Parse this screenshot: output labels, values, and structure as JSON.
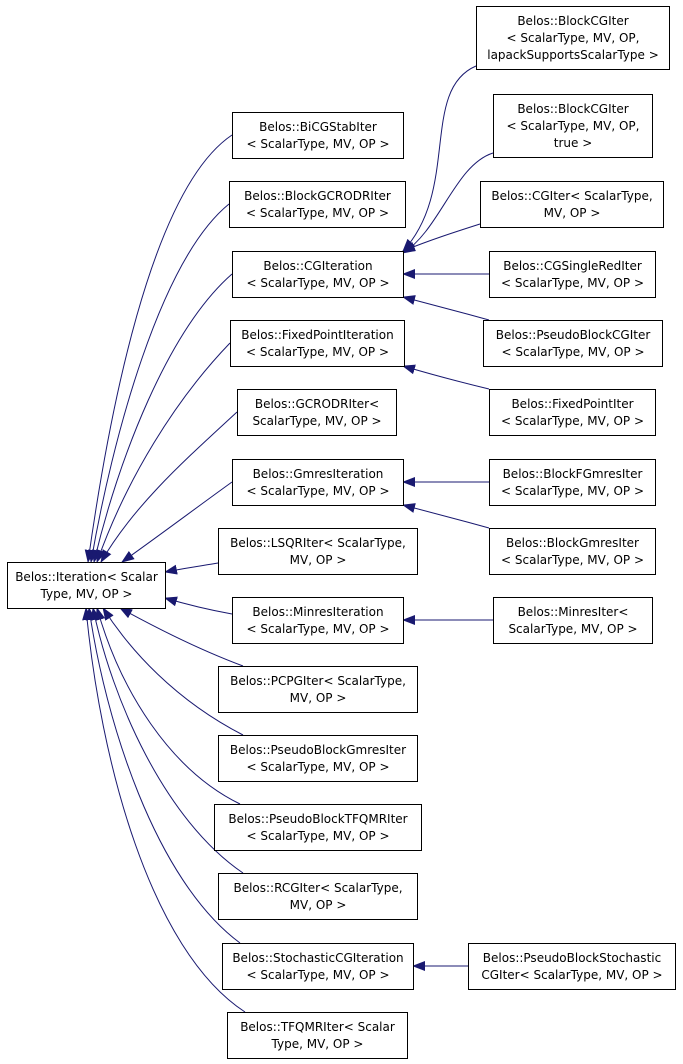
{
  "diagram": {
    "type": "inheritance-graph",
    "edge_color": "#191970",
    "nodes": [
      {
        "id": "iteration",
        "lines": [
          "Belos::Iteration< Scalar",
          "Type, MV, OP >"
        ]
      },
      {
        "id": "bicgstab",
        "lines": [
          "Belos::BiCGStabIter",
          "< ScalarType, MV, OP >"
        ]
      },
      {
        "id": "blockgcrodr",
        "lines": [
          "Belos::BlockGCRODRIter",
          "< ScalarType, MV, OP >"
        ]
      },
      {
        "id": "cgiteration",
        "lines": [
          "Belos::CGIteration",
          "< ScalarType, MV, OP >"
        ]
      },
      {
        "id": "fixedpointiteration",
        "lines": [
          "Belos::FixedPointIteration",
          "< ScalarType, MV, OP >"
        ]
      },
      {
        "id": "gcrodr",
        "lines": [
          "Belos::GCRODRIter<",
          "ScalarType, MV, OP >"
        ]
      },
      {
        "id": "gmresiteration",
        "lines": [
          "Belos::GmresIteration",
          "< ScalarType, MV, OP >"
        ]
      },
      {
        "id": "lsqr",
        "lines": [
          "Belos::LSQRIter< ScalarType,",
          "MV, OP >"
        ]
      },
      {
        "id": "minresiteration",
        "lines": [
          "Belos::MinresIteration",
          "< ScalarType, MV, OP >"
        ]
      },
      {
        "id": "pcpg",
        "lines": [
          "Belos::PCPGIter< ScalarType,",
          "MV, OP >"
        ]
      },
      {
        "id": "pseudoblockgmres",
        "lines": [
          "Belos::PseudoBlockGmresIter",
          "< ScalarType, MV, OP >"
        ]
      },
      {
        "id": "pseudoblocktfqmr",
        "lines": [
          "Belos::PseudoBlockTFQMRIter",
          "< ScalarType, MV, OP >"
        ]
      },
      {
        "id": "rcg",
        "lines": [
          "Belos::RCGIter< ScalarType,",
          "MV, OP >"
        ]
      },
      {
        "id": "stochasticcgiteration",
        "lines": [
          "Belos::StochasticCGIteration",
          "< ScalarType, MV, OP >"
        ]
      },
      {
        "id": "tfqmr",
        "lines": [
          "Belos::TFQMRIter< Scalar",
          "Type, MV, OP >"
        ]
      },
      {
        "id": "blockcg_lapack",
        "lines": [
          "Belos::BlockCGIter",
          "< ScalarType, MV, OP,",
          "lapackSupportsScalarType >"
        ]
      },
      {
        "id": "blockcg_true",
        "lines": [
          "Belos::BlockCGIter",
          "< ScalarType, MV, OP,",
          "true >"
        ]
      },
      {
        "id": "cgiter",
        "lines": [
          "Belos::CGIter< ScalarType,",
          "MV, OP >"
        ]
      },
      {
        "id": "cgsinglered",
        "lines": [
          "Belos::CGSingleRedIter",
          "< ScalarType, MV, OP >"
        ]
      },
      {
        "id": "pseudoblockcg",
        "lines": [
          "Belos::PseudoBlockCGIter",
          "< ScalarType, MV, OP >"
        ]
      },
      {
        "id": "fixedpointiter",
        "lines": [
          "Belos::FixedPointIter",
          "< ScalarType, MV, OP >"
        ]
      },
      {
        "id": "blockfgmres",
        "lines": [
          "Belos::BlockFGmresIter",
          "< ScalarType, MV, OP >"
        ]
      },
      {
        "id": "blockgmres",
        "lines": [
          "Belos::BlockGmresIter",
          "< ScalarType, MV, OP >"
        ]
      },
      {
        "id": "minresiter",
        "lines": [
          "Belos::MinresIter<",
          "ScalarType, MV, OP >"
        ]
      },
      {
        "id": "pseudoblockstochastic",
        "lines": [
          "Belos::PseudoBlockStochastic",
          "CGIter< ScalarType, MV, OP >"
        ]
      }
    ],
    "edges": [
      {
        "from": "bicgstab",
        "to": "iteration"
      },
      {
        "from": "blockgcrodr",
        "to": "iteration"
      },
      {
        "from": "cgiteration",
        "to": "iteration"
      },
      {
        "from": "fixedpointiteration",
        "to": "iteration"
      },
      {
        "from": "gcrodr",
        "to": "iteration"
      },
      {
        "from": "gmresiteration",
        "to": "iteration"
      },
      {
        "from": "lsqr",
        "to": "iteration"
      },
      {
        "from": "minresiteration",
        "to": "iteration"
      },
      {
        "from": "pcpg",
        "to": "iteration"
      },
      {
        "from": "pseudoblockgmres",
        "to": "iteration"
      },
      {
        "from": "pseudoblocktfqmr",
        "to": "iteration"
      },
      {
        "from": "rcg",
        "to": "iteration"
      },
      {
        "from": "stochasticcgiteration",
        "to": "iteration"
      },
      {
        "from": "tfqmr",
        "to": "iteration"
      },
      {
        "from": "blockcg_lapack",
        "to": "cgiteration"
      },
      {
        "from": "blockcg_true",
        "to": "cgiteration"
      },
      {
        "from": "cgiter",
        "to": "cgiteration"
      },
      {
        "from": "cgsinglered",
        "to": "cgiteration"
      },
      {
        "from": "pseudoblockcg",
        "to": "cgiteration"
      },
      {
        "from": "fixedpointiter",
        "to": "fixedpointiteration"
      },
      {
        "from": "blockfgmres",
        "to": "gmresiteration"
      },
      {
        "from": "blockgmres",
        "to": "gmresiteration"
      },
      {
        "from": "minresiter",
        "to": "minresiteration"
      },
      {
        "from": "pseudoblockstochastic",
        "to": "stochasticcgiteration"
      }
    ]
  }
}
